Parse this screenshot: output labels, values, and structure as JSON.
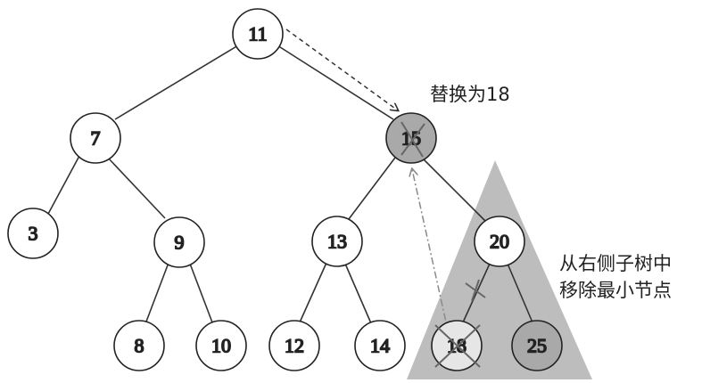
{
  "colors": {
    "edge": "#333333",
    "node_fill": "#ffffff",
    "node_stroke": "#222222",
    "replaced_fill": "#a9a9a9",
    "removed_fill": "#e6e6e6",
    "highlight_fill": "#a9a9a9",
    "subtree_fill": "#bdbdbd",
    "cross": "#666666",
    "dash_arrow": "#333333",
    "dashdot_arrow": "#8a8a8a"
  },
  "nodes": {
    "n11": "11",
    "n7": "7",
    "n15": "15",
    "n3": "3",
    "n9": "9",
    "n13": "13",
    "n20": "20",
    "n8": "8",
    "n10": "10",
    "n12": "12",
    "n14": "14",
    "n18": "18",
    "n25": "25"
  },
  "annotations": {
    "replace": "替换为18",
    "remove_line1": "从右侧子树中",
    "remove_line2": "移除最小节点"
  }
}
